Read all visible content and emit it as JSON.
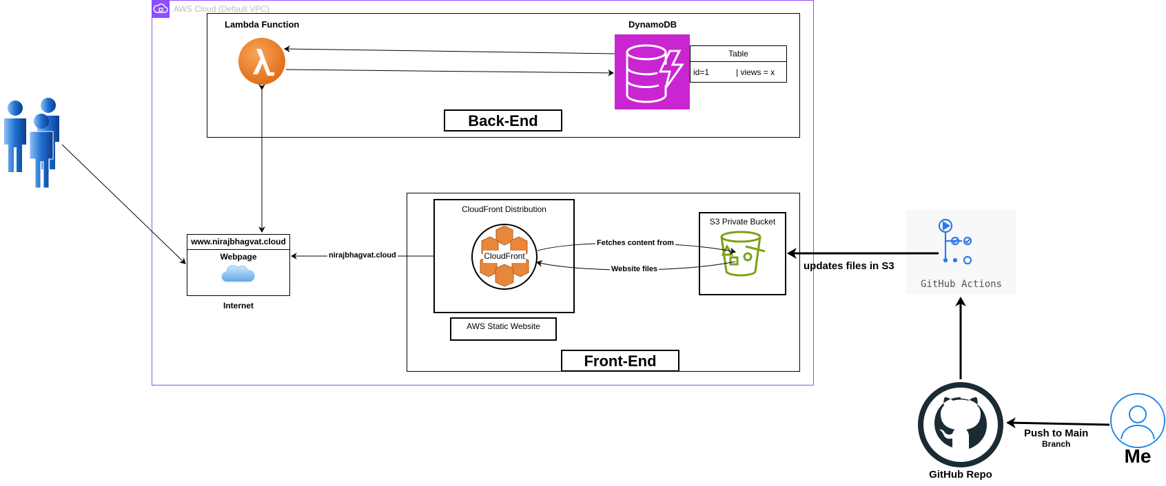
{
  "colors": {
    "aws_cloud_border": "#8C4FFF",
    "lambda_orange": "#F58534",
    "dynamodb_magenta": "#C925D1",
    "s3_green": "#7AA116",
    "cloudfront_orange": "#E8863A",
    "github_dark": "#1B2B34",
    "users_blue": "#1E6FD0",
    "me_blue": "#1E88E5"
  },
  "aws_cloud": {
    "label": "AWS Cloud (Default VPC)",
    "icon": "aws-cloud-icon"
  },
  "backend": {
    "title": "Back-End",
    "lambda": {
      "label": "Lambda Function",
      "icon": "lambda-icon"
    },
    "dynamodb": {
      "label": "DynamoDB",
      "icon": "dynamodb-icon"
    },
    "table": {
      "header": "Table",
      "row_id": "id=1",
      "row_views": "|  views = x"
    }
  },
  "frontend": {
    "title": "Front-End",
    "cloudfront_distribution": {
      "label": "CloudFront Distribution",
      "icon_label": "CloudFront"
    },
    "static_website": {
      "label": "AWS Static Website"
    },
    "s3": {
      "label": "S3 Private Bucket",
      "icon": "s3-bucket-icon"
    },
    "edge_fetch": "Fetches content from",
    "edge_files": "Website files",
    "edge_domain": "nirajbhagvat.cloud"
  },
  "webpage": {
    "url": "www.nirajbhagvat.cloud",
    "title": "Webpage",
    "caption": "Internet",
    "icon": "internet-cloud-icon"
  },
  "users": {
    "icon": "users-icon"
  },
  "github_actions": {
    "label": "GitHub Actions",
    "icon": "github-actions-icon",
    "edge": "updates files in S3"
  },
  "github_repo": {
    "label": "GitHub Repo",
    "icon": "github-icon"
  },
  "me": {
    "label": "Me",
    "icon": "user-icon",
    "edge_main": "Push to Main",
    "edge_sub": "Branch"
  }
}
